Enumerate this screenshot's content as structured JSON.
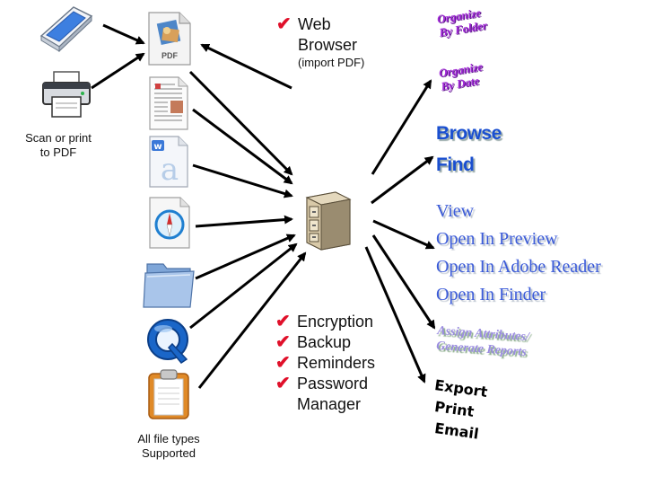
{
  "left_caption_top": [
    "Scan or print",
    "to PDF"
  ],
  "left_caption_bottom": [
    "All file types",
    "Supported"
  ],
  "pdf_label": "PDF",
  "web_browser": {
    "line1": "Web",
    "line2": "Browser",
    "note": "(import PDF)"
  },
  "features": [
    "Encryption",
    "Backup",
    "Reminders",
    "Password",
    "Manager"
  ],
  "check_glyph": "✔",
  "outputs": {
    "organize_folder": [
      "Organize",
      "By Folder"
    ],
    "organize_date": [
      "Organize",
      "By Date"
    ],
    "browse": "Browse",
    "find": "Find",
    "view": "View",
    "open_preview": "Open In Preview",
    "open_adobe": "Open In Adobe Reader",
    "open_finder": "Open In Finder",
    "assign": [
      "Assign Attributes/",
      "Generate Reports"
    ],
    "export": "Export",
    "print": "Print",
    "email": "Email"
  },
  "colors": {
    "check": "#e0102a",
    "purple": "#a22ad8",
    "blue": "#1a4fd0",
    "lavender": "#9a8ce0"
  },
  "icons": [
    "scanner-icon",
    "printer-icon",
    "pdf-document-icon",
    "text-document-icon",
    "word-document-icon",
    "safari-icon",
    "folder-icon",
    "quicktime-icon",
    "clipboard-icon",
    "file-cabinet-icon"
  ]
}
